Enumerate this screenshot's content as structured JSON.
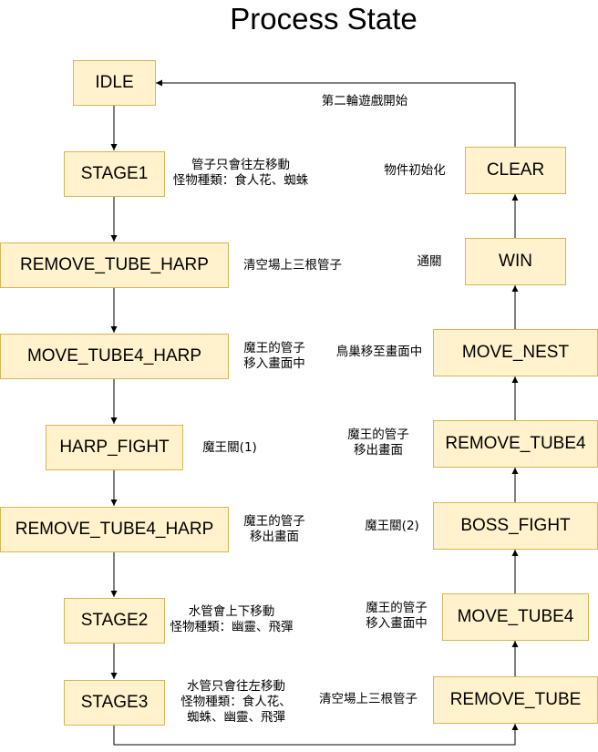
{
  "title": "Process State",
  "states": {
    "idle": "IDLE",
    "stage1": "STAGE1",
    "remove_tube_harp": "REMOVE_TUBE_HARP",
    "move_tube4_harp": "MOVE_TUBE4_HARP",
    "harp_fight": "HARP_FIGHT",
    "remove_tube4_harp": "REMOVE_TUBE4_HARP",
    "stage2": "STAGE2",
    "stage3": "STAGE3",
    "remove_tube": "REMOVE_TUBE",
    "move_tube4": "MOVE_TUBE4",
    "boss_fight": "BOSS_FIGHT",
    "remove_tube4": "REMOVE_TUBE4",
    "move_nest": "MOVE_NEST",
    "win": "WIN",
    "clear": "CLEAR"
  },
  "notes": {
    "stage1": [
      "管子只會往左移動",
      "怪物種類：食人花、蜘蛛"
    ],
    "remove_tube_harp": [
      "清空場上三根管子"
    ],
    "move_tube4_harp": [
      "魔王的管子",
      "移入畫面中"
    ],
    "harp_fight": [
      "魔王關(1)"
    ],
    "remove_tube4_harp": [
      "魔王的管子",
      "移出畫面"
    ],
    "stage2": [
      "水管會上下移動",
      "怪物種類：幽靈、飛彈"
    ],
    "stage3": [
      "水管只會往左移動",
      "怪物種類：食人花、",
      "蜘蛛、幽靈、飛彈"
    ],
    "remove_tube": [
      "清空場上三根管子"
    ],
    "move_tube4": [
      "魔王的管子",
      "移入畫面中"
    ],
    "boss_fight": [
      "魔王關(2)"
    ],
    "remove_tube4": [
      "魔王的管子",
      "移出畫面"
    ],
    "move_nest": [
      "鳥巢移至畫面中"
    ],
    "win": [
      "通關"
    ],
    "clear": [
      "物件初始化"
    ],
    "restart": [
      "第二輪遊戲開始"
    ]
  }
}
